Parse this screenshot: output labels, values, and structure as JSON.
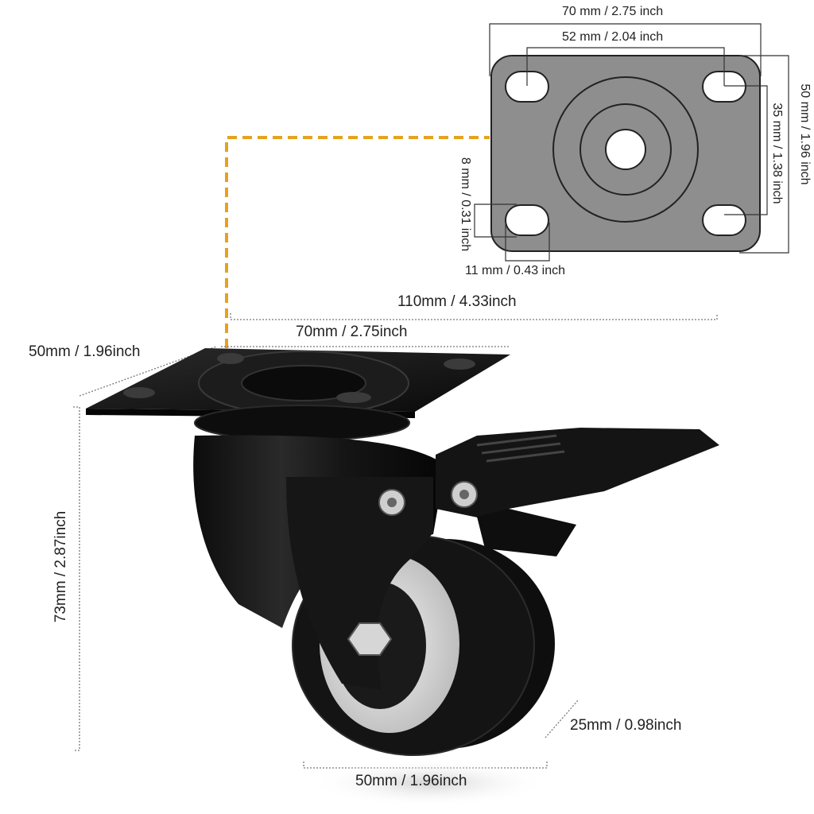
{
  "plate_view": {
    "width_outer": "70 mm / 2.75 inch",
    "width_holes": "52 mm / 2.04 inch",
    "height_outer": "50 mm / 1.96 inch",
    "height_holes": "35 mm / 1.38 inch",
    "slot_height": "8 mm / 0.31 inch",
    "slot_width": "11 mm / 0.43 inch"
  },
  "caster_view": {
    "overall_length": "110mm / 4.33inch",
    "plate_length": "70mm / 2.75inch",
    "plate_width": "50mm / 1.96inch",
    "total_height": "73mm / 2.87inch",
    "wheel_width": "25mm / 0.98inch",
    "wheel_diameter": "50mm / 1.96inch"
  },
  "colors": {
    "plate_gray": "#8e8e8e",
    "leader_orange": "#e5a21c",
    "caster_black": "#111111",
    "hub_white": "#d9d9d9"
  }
}
